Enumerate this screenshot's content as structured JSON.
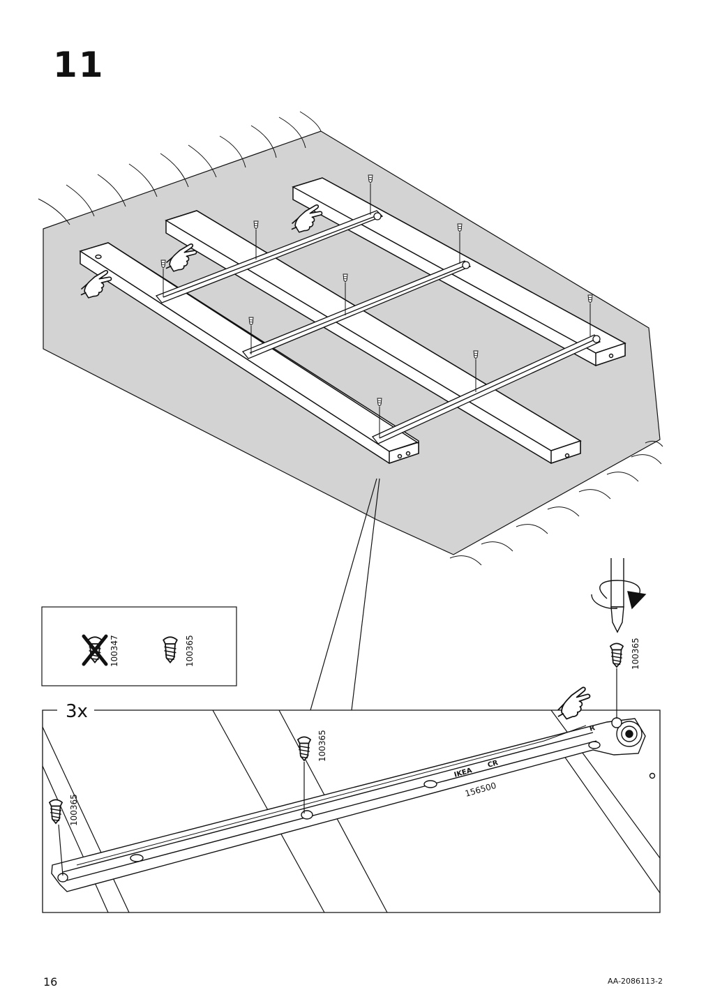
{
  "step": {
    "number": "11"
  },
  "warning_box": {
    "wrong_part": "100347",
    "right_part": "100365"
  },
  "detail": {
    "quantity": "3x",
    "screw_part_left": "100365",
    "screw_part_middle": "100365",
    "screw_part_tool": "100365",
    "rail_part_number": "156500",
    "rail_brand": "IKEA",
    "rail_code": "CR",
    "rail_side": "R"
  },
  "footer": {
    "page_number": "16",
    "doc_code": "AA-2086113-2"
  }
}
